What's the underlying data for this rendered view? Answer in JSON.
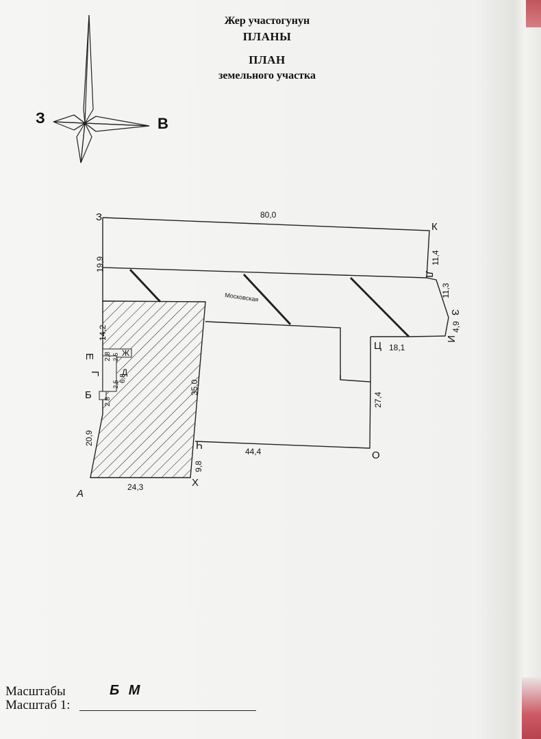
{
  "header": {
    "title_ky_1": "Жер участогунун",
    "title_ky_2": "ПЛАНЫ",
    "title_ru_1": "ПЛАН",
    "title_ru_2": "земельного участка"
  },
  "compass": {
    "west_label": "З",
    "east_label": "В"
  },
  "plan": {
    "street_name": "Московская",
    "points": {
      "Z": "З",
      "K": "К",
      "L": "Л",
      "I_": "З",
      "I": "И",
      "Ts": "Ц",
      "O": "О",
      "Ch": "Ч",
      "Kh": "Х",
      "A": "А",
      "B": "Б",
      "G": "Г",
      "E": "Е",
      "Zh": "Ж",
      "D": "Д"
    },
    "dimensions": {
      "top": "80,0",
      "left_upper": "19,9",
      "right_upper": "11,4",
      "right_diag": "11,3",
      "right_small": "4,9",
      "mid_right": "18,1",
      "right_vertical": "27,4",
      "bottom_right": "44,4",
      "inner_right": "35,0",
      "left_middle": "14,2",
      "left_lower": "20,9",
      "bottom_left": "24,3",
      "small_right": "9,8",
      "notch_1": "2,8",
      "notch_2": "2,8",
      "notch_3": "6,8",
      "notch_4": "2,5",
      "notch_5": "2,5"
    }
  },
  "footer": {
    "scale_ky_label": "Масштабы",
    "scale_ru_label": "Масштаб 1:",
    "scale_value": "Б М"
  }
}
